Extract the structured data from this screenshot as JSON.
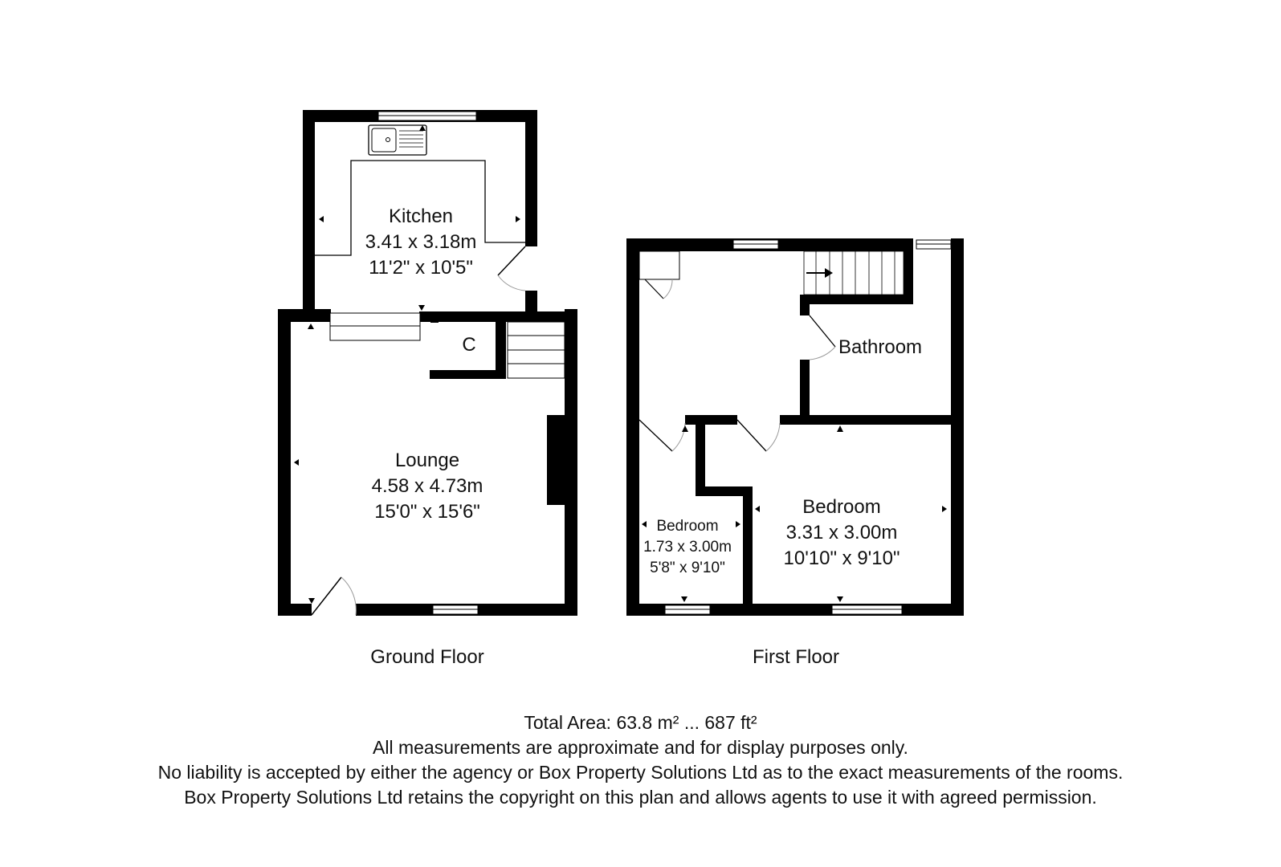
{
  "ground_floor": {
    "label": "Ground Floor",
    "rooms": [
      {
        "name": "Kitchen",
        "metric": "3.41 x 3.18m",
        "imperial": "11'2\" x 10'5\""
      },
      {
        "name": "Lounge",
        "metric": "4.58 x 4.73m",
        "imperial": "15'0\" x 15'6\""
      },
      {
        "name": "C"
      }
    ]
  },
  "first_floor": {
    "label": "First Floor",
    "rooms": [
      {
        "name": "Bathroom"
      },
      {
        "name": "Bedroom",
        "metric": "1.73 x 3.00m",
        "imperial": "5'8\" x 9'10\""
      },
      {
        "name": "Bedroom",
        "metric": "3.31 x 3.00m",
        "imperial": "10'10\" x 9'10\""
      }
    ]
  },
  "footer": {
    "total_area": "Total Area: 63.8 m² ... 687 ft²",
    "line1": "All measurements are approximate and for display purposes only.",
    "line2": "No liability is accepted by either the agency or Box Property Solutions Ltd as to the exact measurements of the rooms.",
    "line3": "Box Property Solutions Ltd retains the copyright on this plan and allows agents to use it with agreed permission."
  },
  "colors": {
    "wall": "#000000",
    "background": "#ffffff"
  }
}
